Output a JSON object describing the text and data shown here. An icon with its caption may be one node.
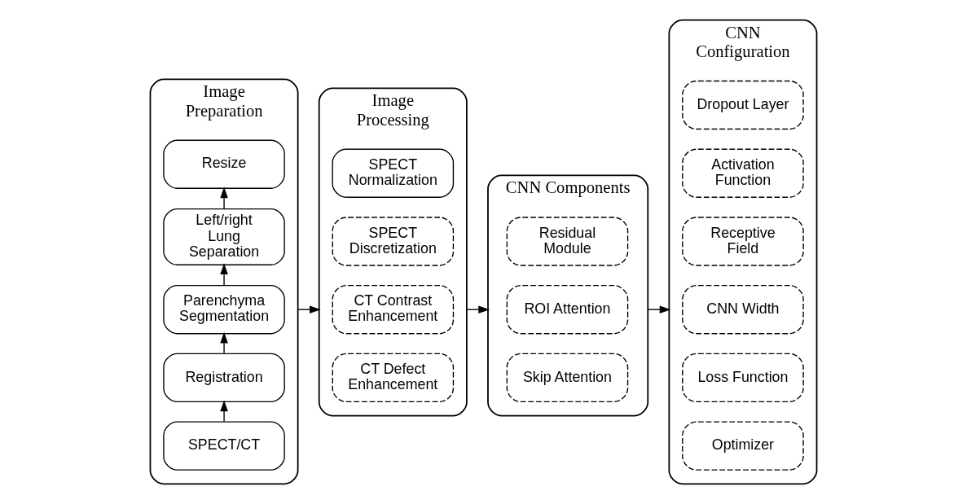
{
  "diagram": {
    "nodes": [
      {
        "text": [
          "Image Preparation"
        ]
      },
      {
        "text": [
          "SPECT/CT"
        ],
        "in": 0
      },
      {
        "text": [
          "Registration"
        ],
        "in": 0
      },
      {
        "text": [
          "Parenchyma Segmentation"
        ],
        "in": 0
      },
      {
        "text": [
          "Left/right Lung Separation"
        ],
        "in": 0
      },
      {
        "text": [
          "Resize"
        ],
        "in": 0
      },
      {
        "text": [
          "Image Processing"
        ]
      },
      {
        "text": [
          "SPECT Normalization"
        ],
        "in": 6
      },
      {
        "text": [
          "SPECT Discretization"
        ],
        "in": 6
      },
      {
        "text": [
          "CT Contrast Enhancement"
        ],
        "in": 6
      },
      {
        "text": [
          "CT Defect Enhancement"
        ],
        "in": 6
      },
      {
        "text": [
          "CNN Components"
        ]
      },
      {
        "text": [
          "Residual Module"
        ],
        "in": 11
      },
      {
        "text": [
          "ROI Attention"
        ],
        "in": 11
      },
      {
        "text": [
          "Skip Attention"
        ],
        "in": 11
      },
      {
        "text": [
          "CNN Configuration"
        ]
      },
      {
        "text": [
          "Dropout Layer"
        ],
        "in": 15
      },
      {
        "text": [
          "Activation Function"
        ],
        "in": 15
      },
      {
        "text": [
          "Receptive Field"
        ],
        "in": 15
      },
      {
        "text": [
          "CNN Width"
        ],
        "in": 15
      },
      {
        "text": [
          "Loss Function"
        ],
        "in": 15
      },
      {
        "text": [
          "Optimizer"
        ],
        "in": 15
      }
    ],
    "edges": [
      {
        "from": 1,
        "to": 2,
        "arrow": "to"
      },
      {
        "from": 2,
        "to": 3,
        "arrow": "to"
      },
      {
        "from": 3,
        "to": 4,
        "arrow": "to"
      },
      {
        "from": 4,
        "to": 5,
        "arrow": "to"
      },
      {
        "from": 0,
        "to": 6,
        "arrow": "to"
      },
      {
        "from": 6,
        "to": 11,
        "arrow": "to"
      },
      {
        "from": 11,
        "to": 15,
        "arrow": "to"
      }
    ]
  }
}
